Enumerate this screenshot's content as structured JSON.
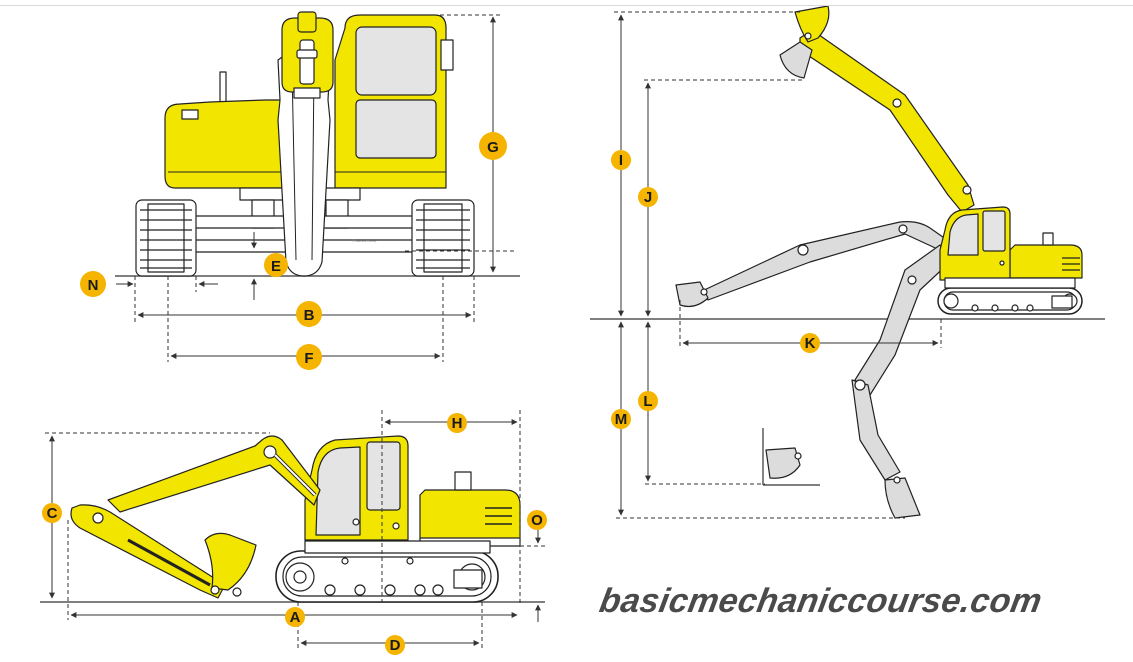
{
  "labels": {
    "A": "A",
    "B": "B",
    "C": "C",
    "D": "D",
    "E": "E",
    "F": "F",
    "G": "G",
    "H": "H",
    "I": "I",
    "J": "J",
    "K": "K",
    "L": "L",
    "M": "M",
    "N": "N",
    "O": "O"
  },
  "watermark": "basicmechaniccourse.com",
  "colors": {
    "machine": "#f2e600",
    "label_fill": "#f5b400",
    "arm_shadow": "#dcdcdc",
    "outline": "#222222",
    "dimension": "#333333"
  },
  "icons": [
    "excavator-front-view",
    "excavator-side-view",
    "excavator-reach-diagram"
  ]
}
